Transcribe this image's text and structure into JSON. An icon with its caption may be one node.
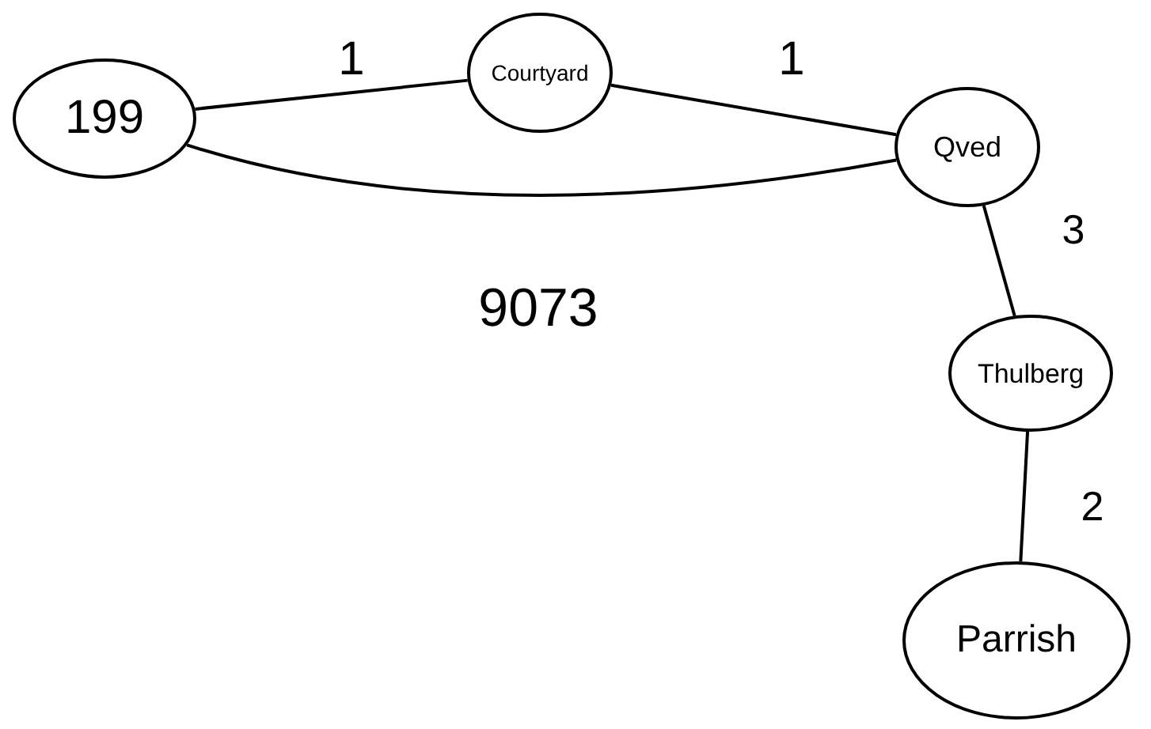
{
  "diagram": {
    "nodes": [
      {
        "text": [
          "199"
        ]
      },
      {
        "text": [
          "Courtyard"
        ]
      },
      {
        "text": [
          "Qved"
        ]
      },
      {
        "text": [
          "Thulberg"
        ]
      },
      {
        "text": [
          "Parrish"
        ]
      }
    ],
    "edges": [
      {
        "from": 0,
        "to": 1,
        "arrow": "none",
        "label": "1"
      },
      {
        "from": 1,
        "to": 2,
        "arrow": "none",
        "label": "1"
      },
      {
        "from": 0,
        "to": 2,
        "arrow": "none",
        "label": "9073"
      },
      {
        "from": 2,
        "to": 3,
        "arrow": "none",
        "label": "3"
      },
      {
        "from": 3,
        "to": 4,
        "arrow": "none",
        "label": "2"
      }
    ]
  }
}
